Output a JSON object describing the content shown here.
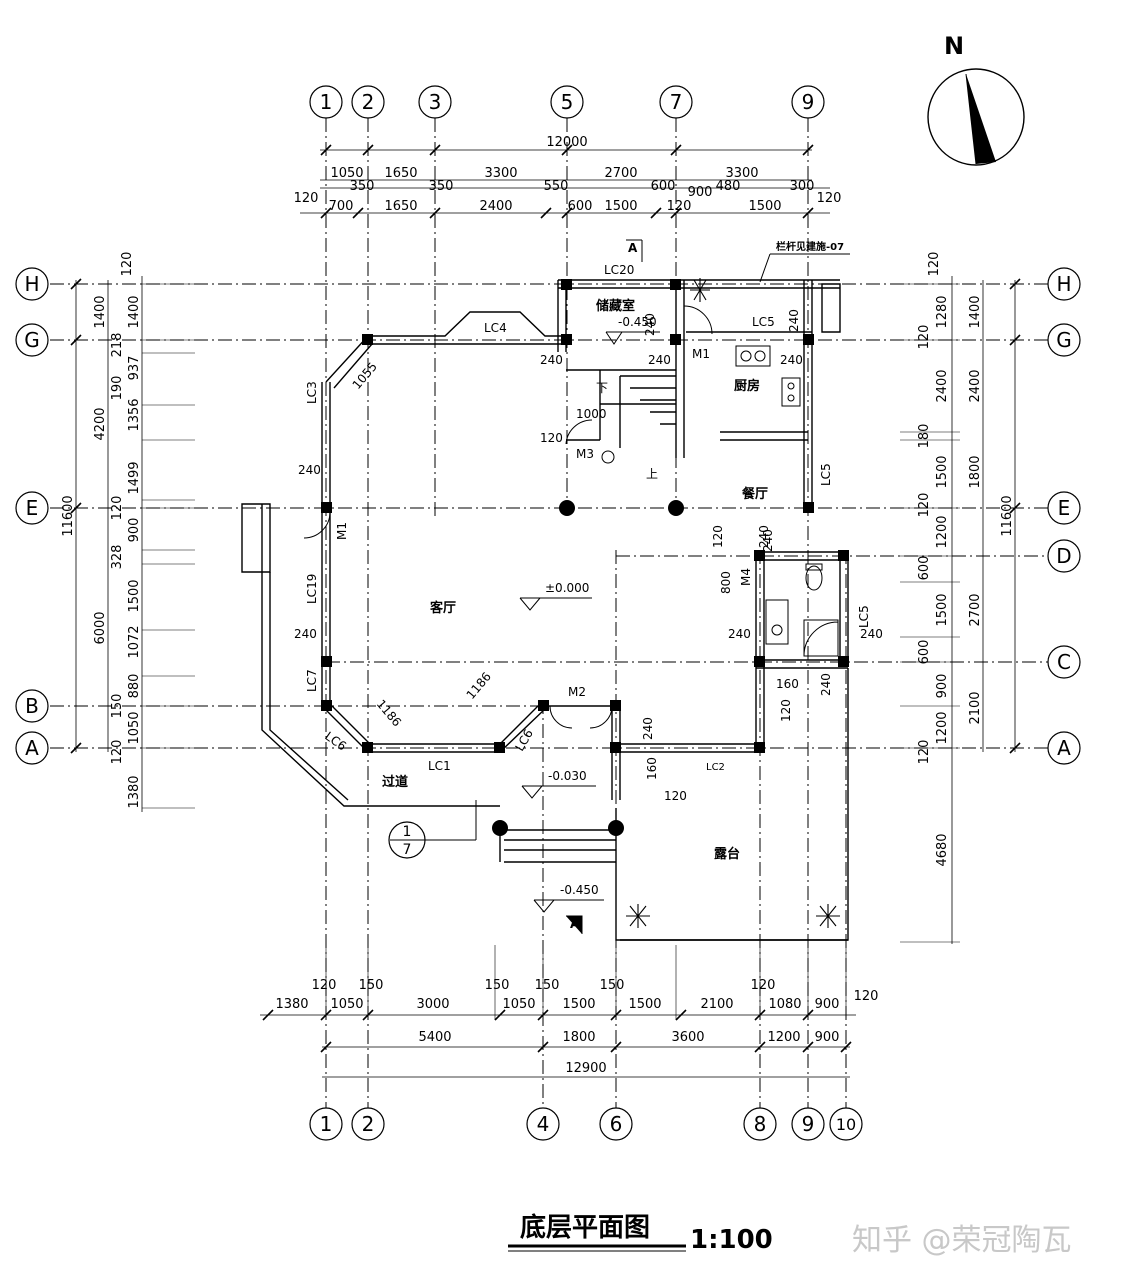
{
  "title": "底层平面图",
  "scale": "1:100",
  "watermark": "知乎 @荣冠陶瓦",
  "north": "N",
  "axes": {
    "top": [
      "1",
      "2",
      "3",
      "5",
      "7",
      "9"
    ],
    "bottom": [
      "1",
      "2",
      "4",
      "6",
      "8",
      "9",
      "10"
    ],
    "left": [
      "H",
      "G",
      "E",
      "B",
      "A"
    ],
    "right": [
      "H",
      "G",
      "E",
      "D",
      "C",
      "A"
    ]
  },
  "rooms": {
    "storage": "储藏室",
    "living": "客厅",
    "kitchen": "厨房",
    "dining": "餐厅",
    "corridor": "过道",
    "terrace": "露台"
  },
  "elevations": {
    "storage": "-0.450",
    "living": "±0.000",
    "entry": "-0.030",
    "outside": "-0.450"
  },
  "labels": {
    "lc20": "LC20",
    "lc4": "LC4",
    "lc5a": "LC5",
    "lc5b": "LC5",
    "lc5c": "LC5",
    "lc3": "LC3",
    "lc19": "LC19",
    "lc7": "LC7",
    "lc6a": "LC6",
    "lc6b": "LC6",
    "lc1": "LC1",
    "lc2": "LC2",
    "m1a": "M1",
    "m1b": "M1",
    "m2": "M2",
    "m3": "M3",
    "m4": "M4",
    "railing": "栏杆见建施-07",
    "section": "A",
    "detail_top": "1",
    "detail_bottom": "7",
    "down": "下",
    "up": "上"
  },
  "dims": {
    "top_total": "12000",
    "top_row1": [
      "1050",
      "1650",
      "3300",
      "2700",
      "3300"
    ],
    "top_row2": [
      "350",
      "350",
      "550",
      "600",
      "900",
      "480",
      "300"
    ],
    "top_row3": [
      "120",
      "700",
      "1650",
      "2400",
      "600",
      "1500",
      "120",
      "1500",
      "120"
    ],
    "bottom_row0": [
      "120",
      "150",
      "150",
      "150",
      "150",
      "120",
      "120"
    ],
    "bottom_row1": [
      "1380",
      "1050",
      "3000",
      "1050",
      "1500",
      "1500",
      "2100",
      "1080",
      "900"
    ],
    "bottom_row2": [
      "5400",
      "1800",
      "3600",
      "1200",
      "900"
    ],
    "bottom_total": "12900",
    "left_outer": "11600",
    "left_mid": [
      "1400",
      "4200",
      "6000"
    ],
    "left_inner": [
      "120",
      "1400",
      "218",
      "937",
      "1356",
      "1499",
      "120",
      "900",
      "328",
      "1500",
      "1072",
      "880",
      "150",
      "1050",
      "120",
      "1380"
    ],
    "left_small": [
      "190"
    ],
    "right_inner": [
      "120",
      "1280",
      "120",
      "2400",
      "180",
      "1500",
      "120",
      "1200",
      "600",
      "1500",
      "600",
      "900",
      "1200",
      "120",
      "4680"
    ],
    "right_mid": [
      "1400",
      "2400",
      "1800",
      "2700",
      "2100"
    ],
    "right_outer": "11600",
    "interior": [
      "1055",
      "1000",
      "240",
      "240",
      "240",
      "240",
      "240",
      "240",
      "120",
      "240",
      "800",
      "240",
      "240",
      "160",
      "120",
      "1186",
      "1186",
      "240",
      "160",
      "120",
      "240",
      "240",
      "240",
      "120"
    ]
  }
}
